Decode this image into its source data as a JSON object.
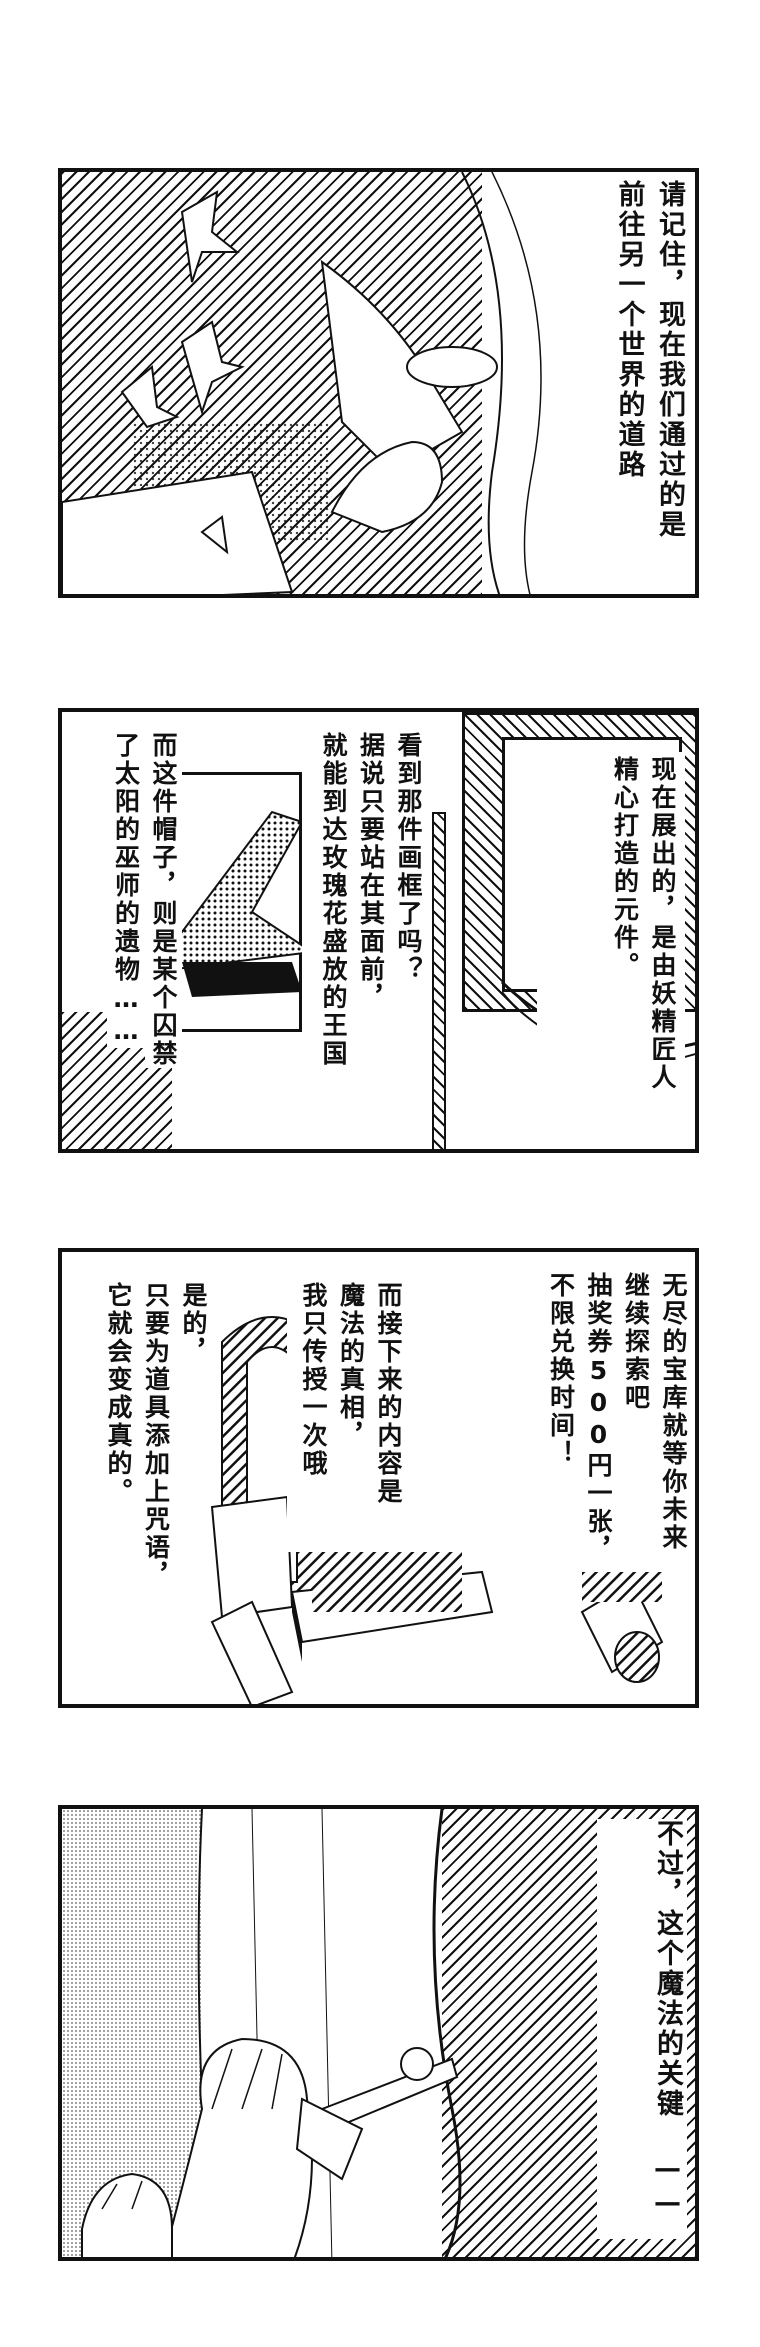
{
  "panels": [
    {
      "id": "panel-1",
      "text_columns": [
        "请记住，现在我们通过的是",
        "前往另一个世界的道路"
      ]
    },
    {
      "id": "panel-2",
      "caption_columns": [
        "现在展出的，是由妖精匠人",
        "精心打造的元件。"
      ],
      "speech_columns": [
        "看到那件画框了吗？",
        "据说只要站在其面前，",
        "就能到达玫瑰花盛放的王国"
      ],
      "hat_text_columns": [
        "而这件帽子，则是某个囚禁",
        "了太阳的巫师的遗物……"
      ]
    },
    {
      "id": "panel-3",
      "right_columns": [
        "无尽的宝库就等你未来",
        "继续探索吧",
        "抽奖券500円一张，",
        "不限兑换时间！"
      ],
      "middle_columns": [
        "而接下来的内容是",
        "魔法的真相，",
        "我只传授一次哦"
      ],
      "left_columns": [
        "是的，",
        "只要为道具添加上咒语，",
        "它就会变成真的。"
      ]
    },
    {
      "id": "panel-4",
      "text_columns": [
        "不过，这个魔法的关键",
        "——"
      ]
    }
  ]
}
